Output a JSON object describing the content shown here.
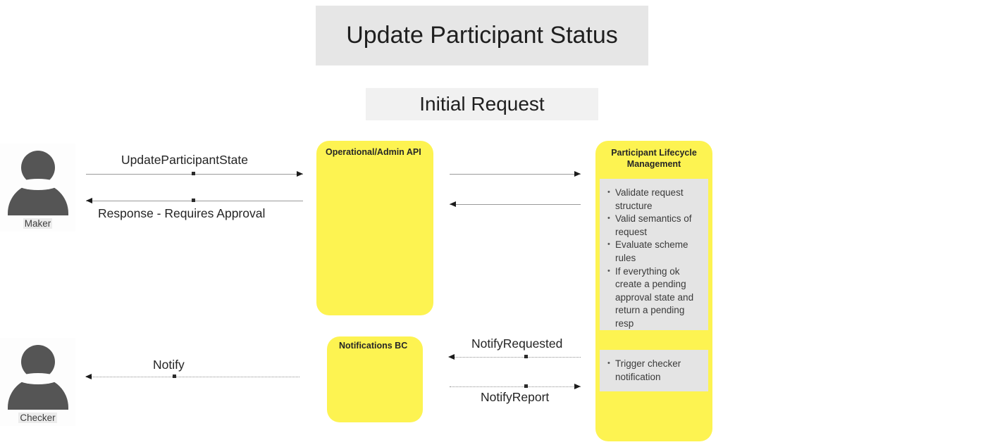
{
  "diagram": {
    "title": "Update Participant Status",
    "subtitle": "Initial Request"
  },
  "actors": [
    {
      "name": "maker",
      "label": "Maker",
      "icon": "person-icon"
    },
    {
      "name": "checker",
      "label": "Checker",
      "icon": "person-icon"
    }
  ],
  "boxes": {
    "api": {
      "title": "Operational/Admin API"
    },
    "notifications": {
      "title": "Notifications BC"
    },
    "lifecycle": {
      "title": "Participant Lifecycle Management",
      "panel_primary": [
        "Validate request structure",
        "Valid semantics of request",
        "Evaluate scheme rules",
        "If everything ok create a pending approval state and return a pending resp"
      ],
      "panel_secondary": [
        "Trigger checker notification"
      ]
    }
  },
  "edges": [
    {
      "name": "maker-to-api",
      "label": "UpdateParticipantState",
      "style": "solid",
      "direction": "right"
    },
    {
      "name": "api-to-maker",
      "label": "Response - Requires Approval",
      "style": "solid",
      "direction": "left"
    },
    {
      "name": "api-to-lifecycle",
      "label": "",
      "style": "solid",
      "direction": "right"
    },
    {
      "name": "lifecycle-to-api",
      "label": "",
      "style": "solid",
      "direction": "left"
    },
    {
      "name": "lifecycle-to-notifications",
      "label": "NotifyRequested",
      "style": "dotted",
      "direction": "left"
    },
    {
      "name": "notifications-to-lifecycle",
      "label": "NotifyReport",
      "style": "dotted",
      "direction": "right"
    },
    {
      "name": "notifications-to-checker",
      "label": "Notify",
      "style": "dotted",
      "direction": "left"
    }
  ],
  "colors": {
    "box_fill": "#fdf351",
    "panel_fill": "#e4e4e4",
    "banner_fill": "#e6e6e6",
    "subbanner_fill": "#f1f1f1",
    "actor_fill": "#555555"
  }
}
